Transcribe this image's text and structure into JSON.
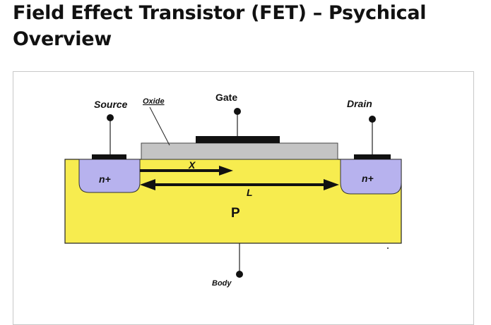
{
  "header": {
    "title": "Field Effect Transistor (FET) – Psychical Overview"
  },
  "diagram": {
    "labels": {
      "source": "Source",
      "oxide": "Oxide",
      "gate": "Gate",
      "drain": "Drain",
      "source_region": "n+",
      "drain_region": "n+",
      "channel_x": "X",
      "length": "L",
      "substrate": "P",
      "body": "Body"
    },
    "colors": {
      "substrate": "#f7ec4f",
      "n_plus_region": "#b7b2ee",
      "oxide": "#c4c4c4",
      "contact": "#111111"
    }
  }
}
